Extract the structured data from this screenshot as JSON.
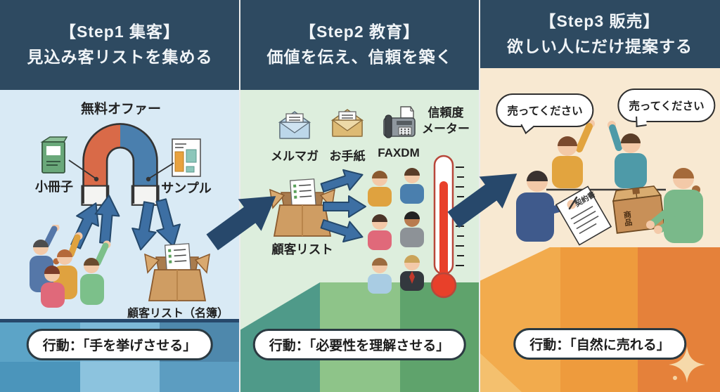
{
  "panels": [
    {
      "header_line1": "【Step1 集客】",
      "header_line2": "見込み客リストを集める",
      "free_offer_label": "無料オファー",
      "booklet_label": "小冊子",
      "sample_label": "サンプル",
      "list_label": "顧客リスト（名簿）",
      "action": "行動：「手を挙げさせる」"
    },
    {
      "header_line1": "【Step2 教育】",
      "header_line2": "価値を伝え、信頼を築く",
      "newsletter_label": "メルマガ",
      "letter_label": "お手紙",
      "fax_label": "FAXDM",
      "trust_meter_line1": "信頼度",
      "trust_meter_line2": "メーター",
      "list_label": "顧客リスト",
      "action": "行動：「必要性を理解させる」"
    },
    {
      "header_line1": "【Step3 販売】",
      "header_line2": "欲しい人にだけ提案する",
      "speech_bubble_left": "売ってください",
      "speech_bubble_right": "売ってください",
      "contract_label": "契約書",
      "product_label": "商品",
      "action": "行動：「自然に売れる」"
    }
  ],
  "colors": {
    "header_bg": "#2e4a61",
    "panel1_bg": "#d9eaf5",
    "panel2_bg": "#ddeedd",
    "panel3_bg": "#f8e9d2",
    "flow_arrow": "#27486b",
    "magnet_red": "#d96a48",
    "magnet_blue": "#4a7fae",
    "thermometer_red": "#e8402a",
    "band_step1": [
      "#5ca4c7",
      "#7db9d8",
      "#4e88ac"
    ],
    "band_step2": [
      "#4f9a89",
      "#8ec489",
      "#5fa36c"
    ],
    "band_step3": [
      "#f2ab4d",
      "#ee9b3d",
      "#e5813a"
    ]
  }
}
